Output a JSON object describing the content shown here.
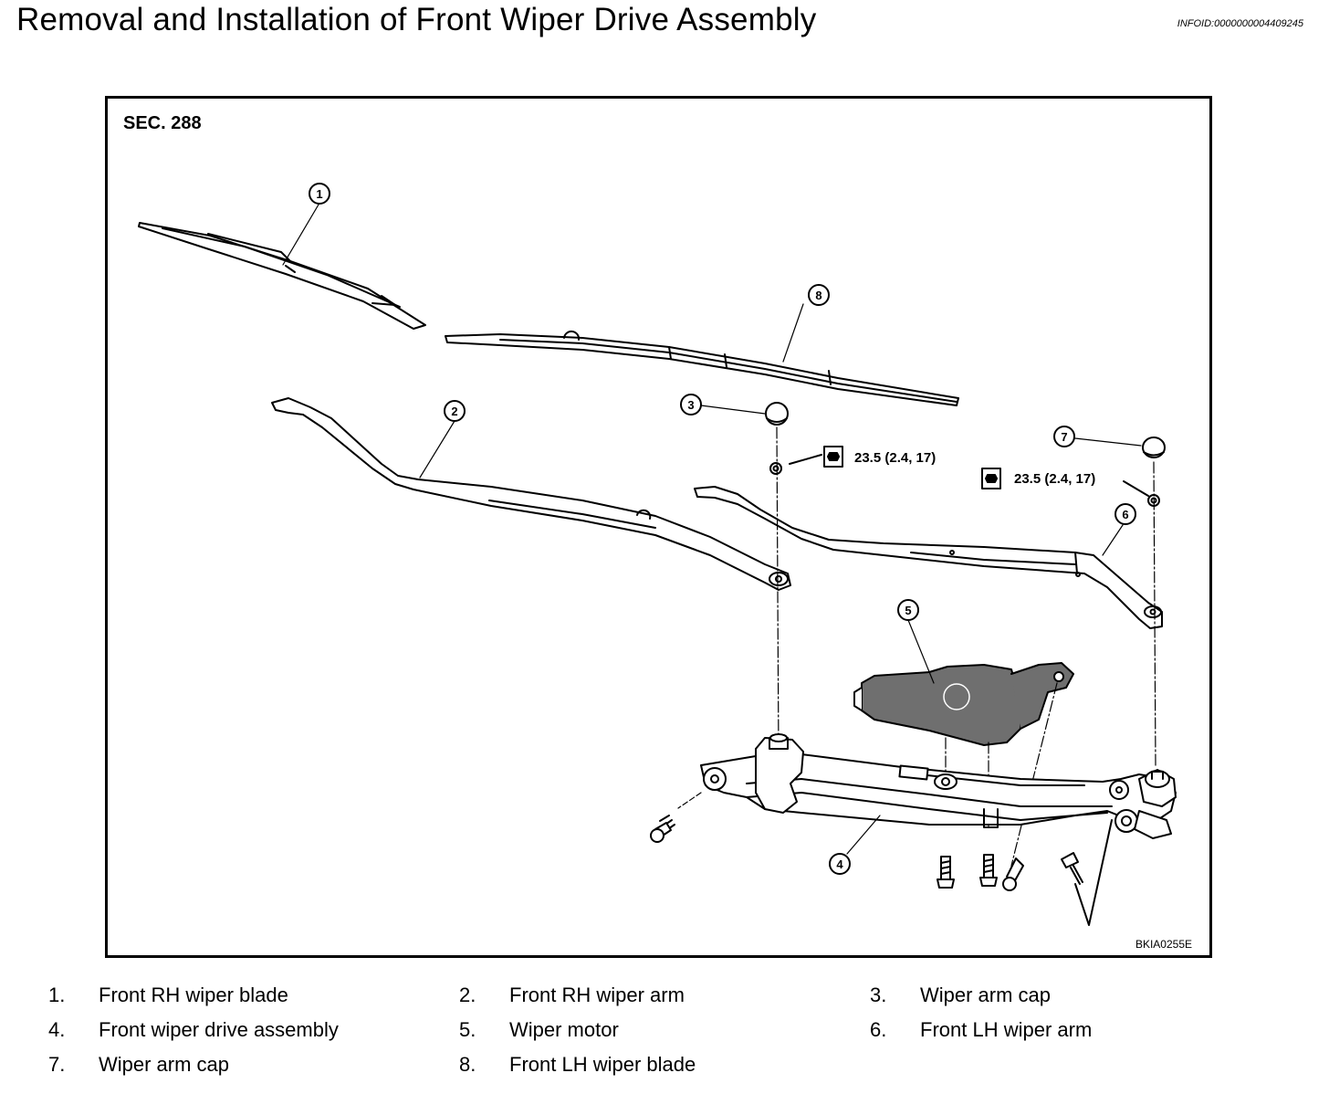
{
  "title": "Removal and Installation of Front Wiper Drive Assembly",
  "info_id": "INFOID:0000000004409245",
  "figure": {
    "section": "SEC. 288",
    "code": "BKIA0255E",
    "callouts": [
      "1",
      "2",
      "3",
      "4",
      "5",
      "6",
      "7",
      "8"
    ],
    "torque_spec": "23.5 (2.4, 17)",
    "icons": [
      "torque-wrench-nut-icon",
      "torque-wrench-nut-icon"
    ],
    "line_color": "#000000",
    "motor_fill": "#6f6f6f"
  },
  "legend": [
    {
      "num": "1.",
      "label": "Front RH wiper blade"
    },
    {
      "num": "2.",
      "label": "Front RH wiper arm"
    },
    {
      "num": "3.",
      "label": "Wiper arm cap"
    },
    {
      "num": "4.",
      "label": "Front wiper drive assembly"
    },
    {
      "num": "5.",
      "label": "Wiper motor"
    },
    {
      "num": "6.",
      "label": "Front LH wiper arm"
    },
    {
      "num": "7.",
      "label": "Wiper arm cap"
    },
    {
      "num": "8.",
      "label": "Front LH wiper blade"
    }
  ]
}
